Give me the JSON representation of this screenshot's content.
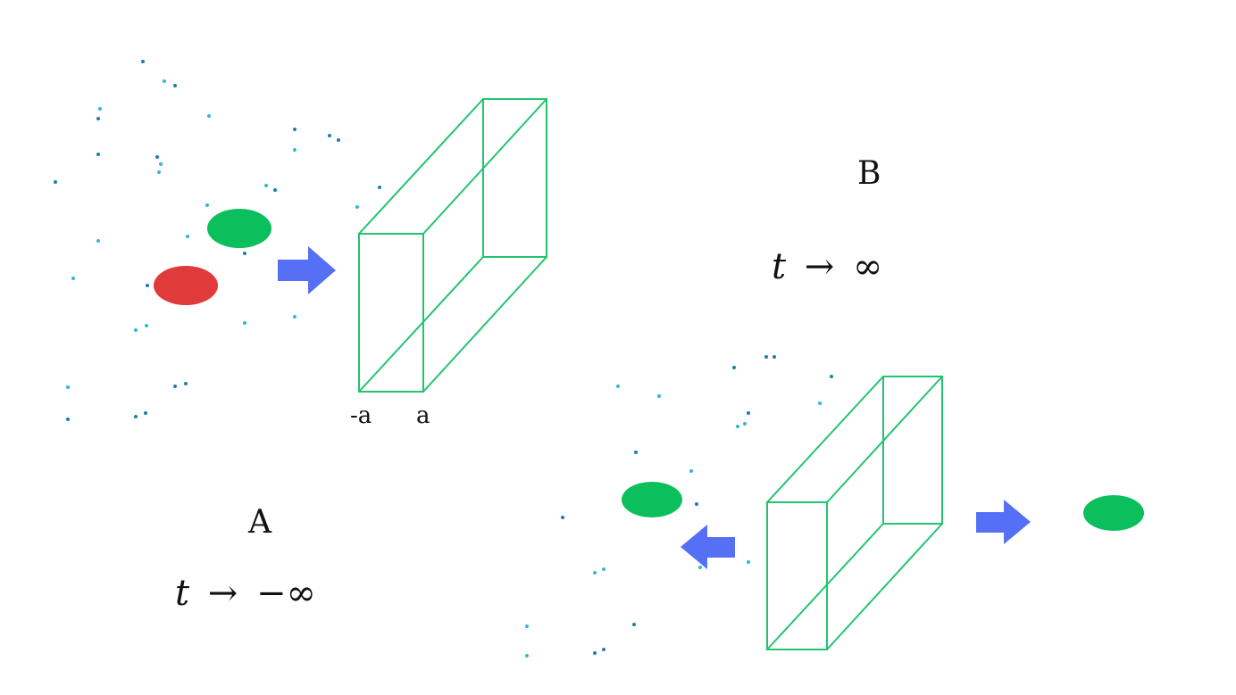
{
  "panel_a": {
    "label": "A",
    "time_expr_var": "t",
    "time_expr_arrow": "→",
    "time_expr_limit": "−∞",
    "barrier_left_label": "-a",
    "barrier_right_label": "a"
  },
  "panel_b": {
    "label": "B",
    "time_expr_var": "t",
    "time_expr_arrow": "→",
    "time_expr_limit": "∞"
  },
  "colors": {
    "barrier": "#22c46e",
    "particle_green": "#0bbf5c",
    "particle_red": "#e03a3a",
    "arrow": "#5570f5",
    "dot_dark": "#1b7fa6",
    "dot_light": "#37b6cf",
    "text": "#111111"
  }
}
